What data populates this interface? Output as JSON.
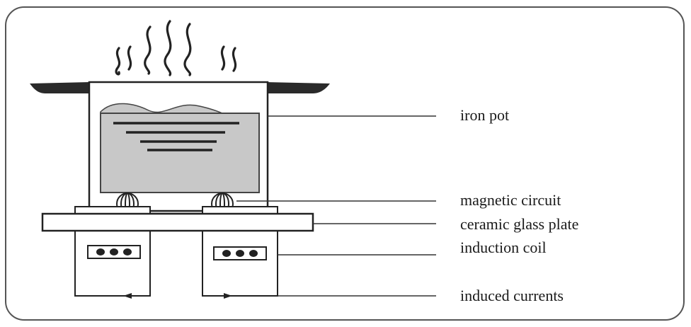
{
  "labels": {
    "iron_pot": "iron pot",
    "magnetic_circuit": "magnetic circuit",
    "ceramic_glass_plate": "ceramic glass plate",
    "induction_coil": "induction coil",
    "induced_currents": "induced currents"
  },
  "colors": {
    "frame_stroke": "#555555",
    "line": "#222222",
    "pot_fill": "#ffffff",
    "food_fill": "#c8c8c8",
    "handle_fill": "#2a2a2a",
    "plate_fill": "#ffffff"
  }
}
